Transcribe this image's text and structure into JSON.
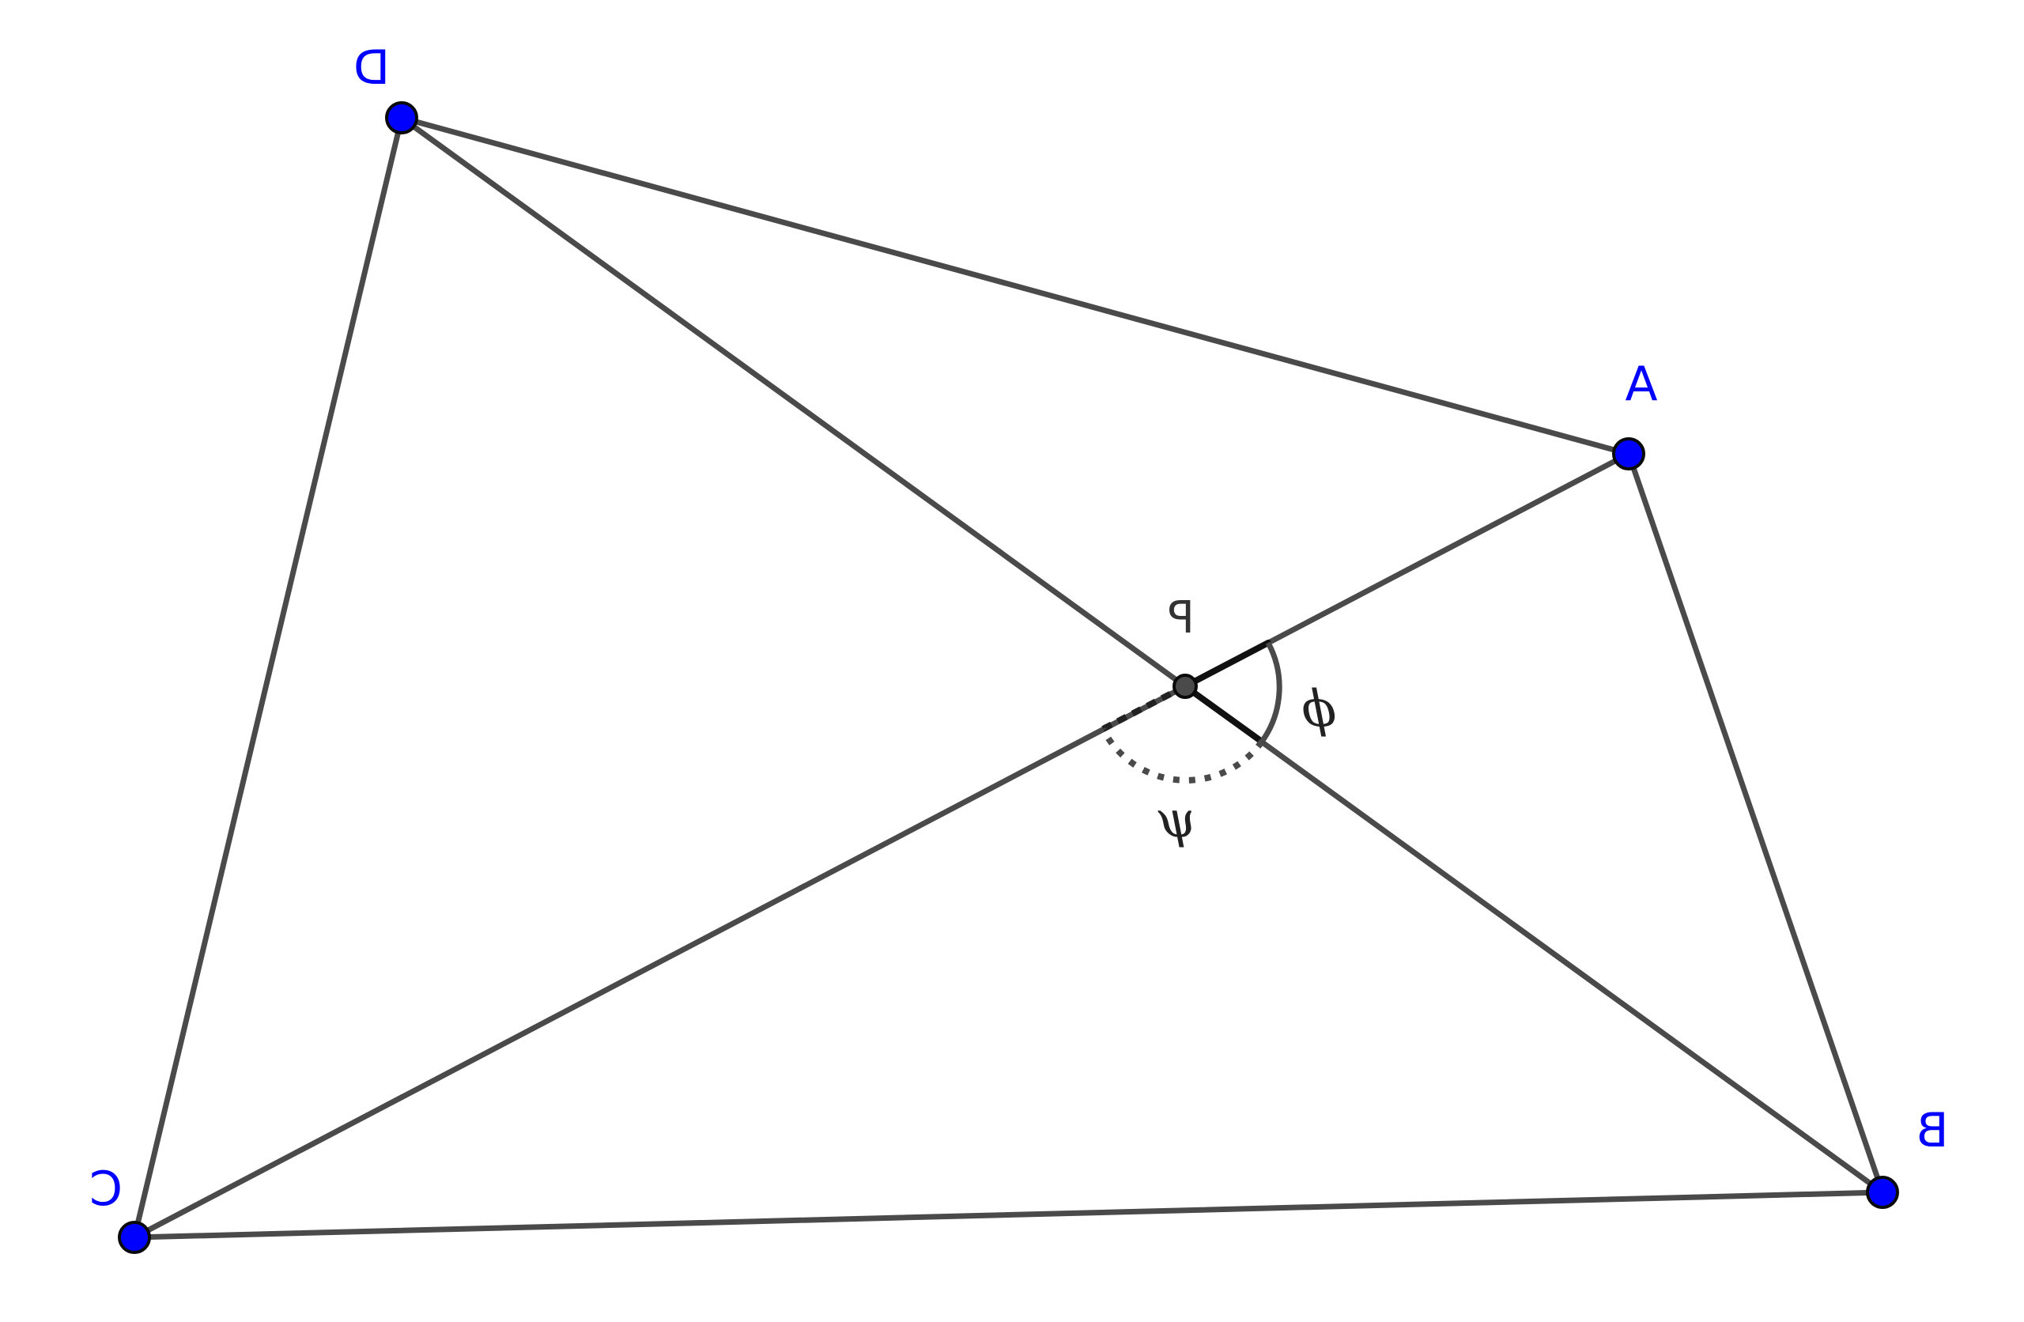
{
  "diagram": {
    "vertices": {
      "A": "A",
      "B": "B",
      "C": "C",
      "D": "D"
    },
    "intersection": "P",
    "angles": {
      "phi": "ϕ",
      "psi": "ψ"
    },
    "colors": {
      "vertex_fill": "#0000ff",
      "vertex_label": "#0000ff",
      "edge": "#4a4a4a",
      "intersection_fill": "#4a4a4a"
    }
  }
}
